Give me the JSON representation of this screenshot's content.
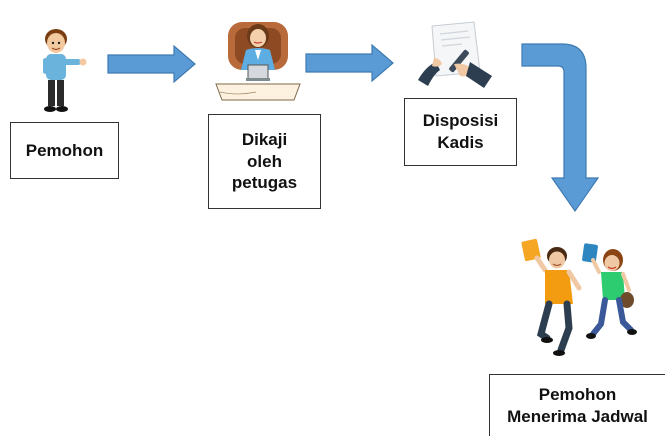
{
  "steps": [
    {
      "id": "pemohon",
      "label": "Pemohon",
      "icon": "applicant-boy-icon"
    },
    {
      "id": "dikaji",
      "label": "Dikaji\noleh\npetugas",
      "icon": "officer-at-laptop-icon"
    },
    {
      "id": "disposisi",
      "label": "Disposisi\nKadis",
      "icon": "signing-document-icon"
    },
    {
      "id": "menerima",
      "label": "Pemohon\nMenerima Jadwal",
      "icon": "happy-students-icon"
    }
  ],
  "colors": {
    "arrow_fill": "#5b9bd5",
    "arrow_stroke": "#3e7ab3",
    "box_border": "#333333"
  }
}
